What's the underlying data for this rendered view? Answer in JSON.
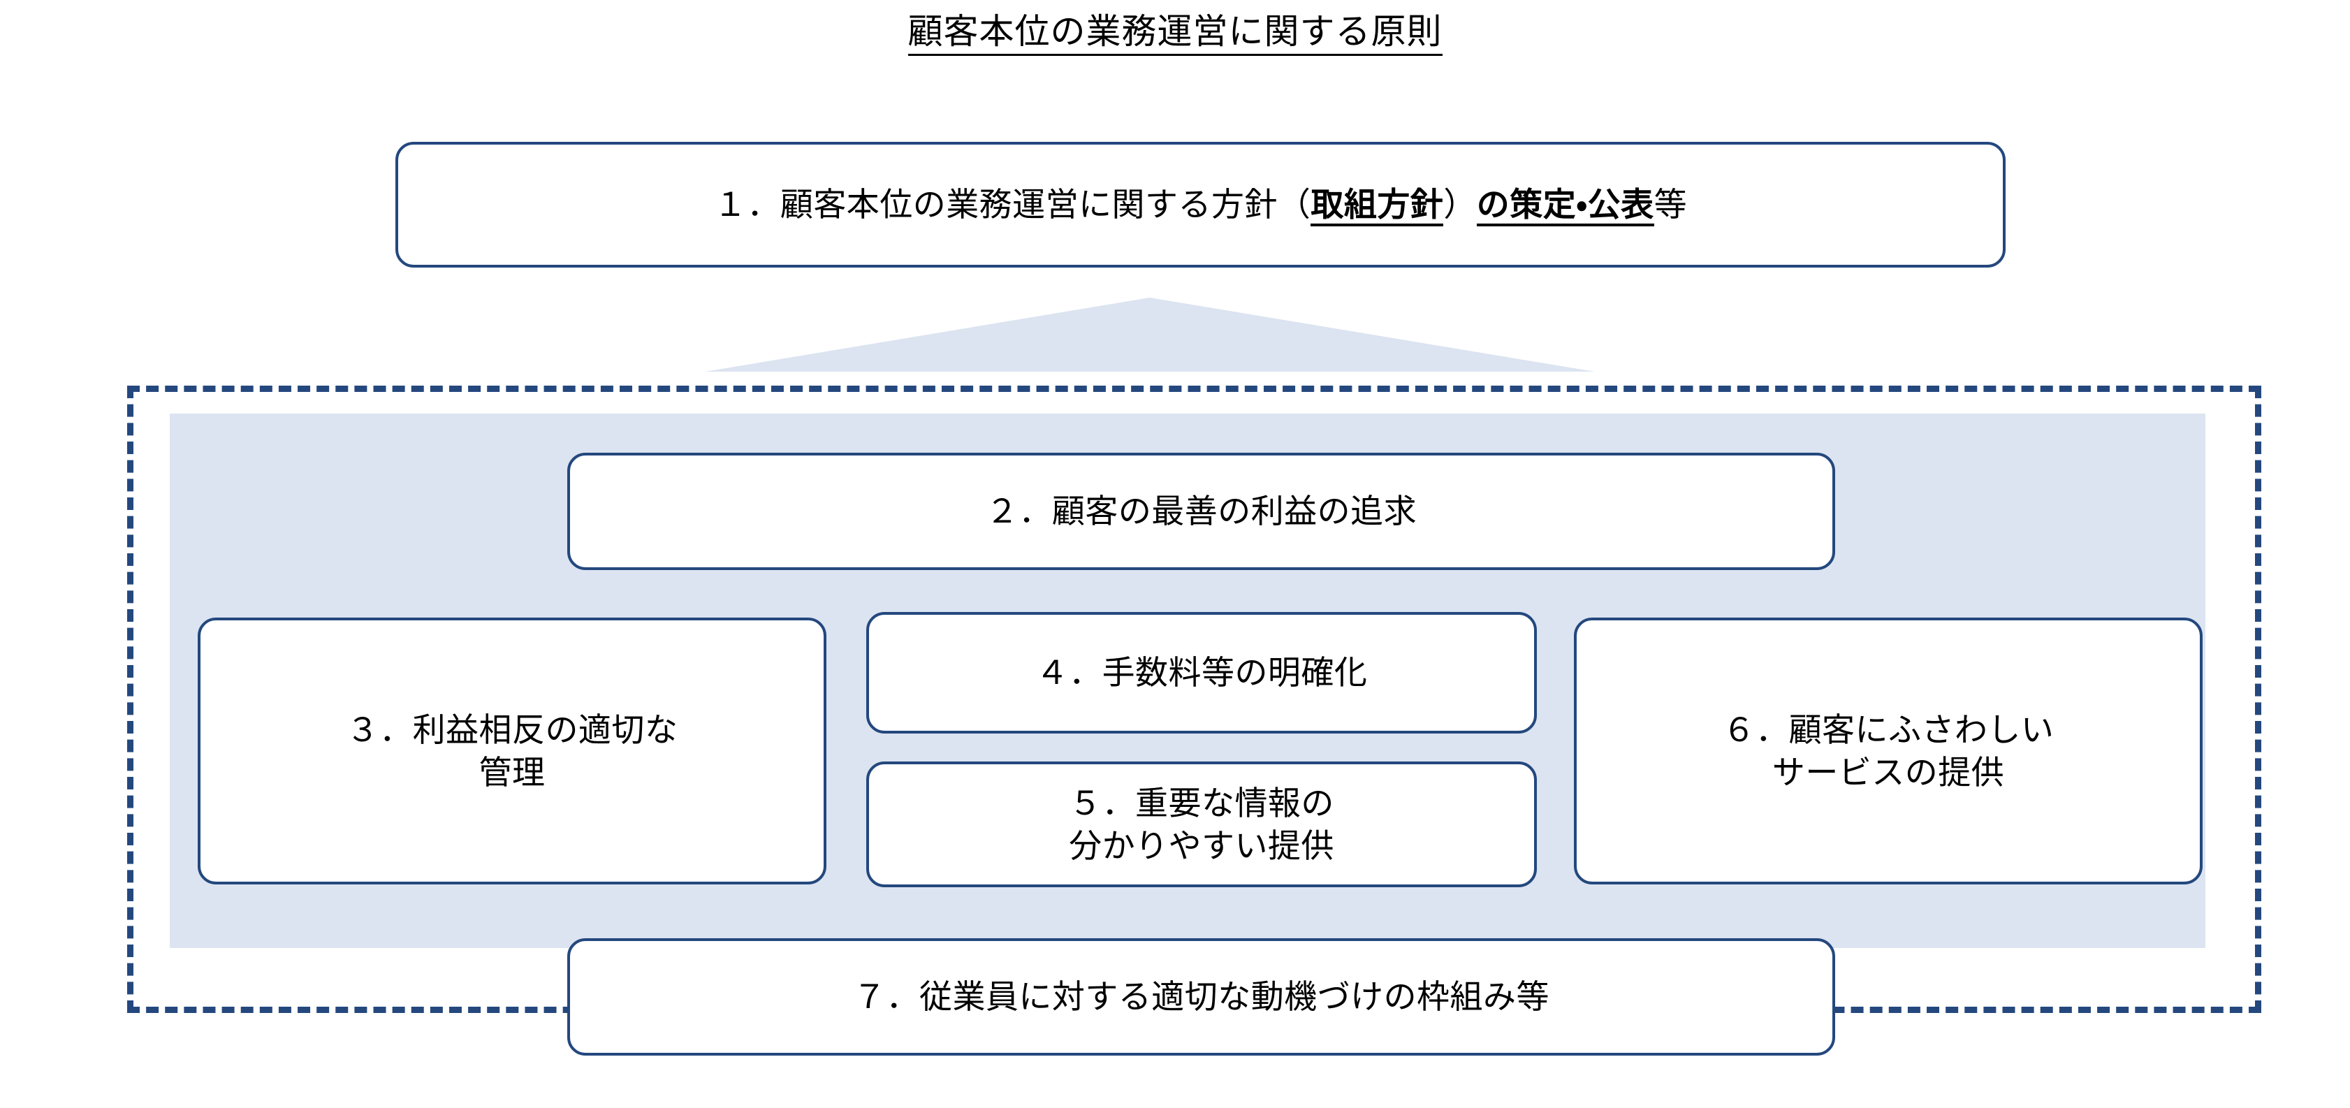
{
  "title": {
    "text": "顧客本位の業務運営に関する原則",
    "underlined": true
  },
  "colors": {
    "border_navy": "#24487E",
    "panel_fill": "#DCE4F1",
    "arrow_fill": "#DCE4F1",
    "text": "#000000",
    "page_background": "#FFFFFF"
  },
  "principles": {
    "box1": {
      "number": "１．",
      "segment_plain_1": "顧客本位の業務運営に関する方針",
      "segment_paren_open": "（",
      "segment_bold_underline_1": "取組方針",
      "segment_paren_close": "）",
      "segment_bold_underline_2": "の策定・公表",
      "segment_plain_2": "等",
      "full_text": "１．顧客本位の業務運営に関する方針（取組方針）の策定・公表等"
    },
    "box2": {
      "lines": [
        "２．顧客の最善の利益の追求"
      ],
      "full_text": "２．顧客の最善の利益の追求"
    },
    "box3": {
      "lines": [
        "３．利益相反の適切な",
        "管理"
      ],
      "full_text": "３．利益相反の適切な管理"
    },
    "box4": {
      "lines": [
        "４．手数料等の明確化"
      ],
      "full_text": "４．手数料等の明確化"
    },
    "box5": {
      "lines": [
        "５．重要な情報の",
        "分かりやすい提供"
      ],
      "full_text": "５．重要な情報の分かりやすい提供"
    },
    "box6": {
      "lines": [
        "６．顧客にふさわしい",
        "サービスの提供"
      ],
      "full_text": "６．顧客にふさわしいサービスの提供"
    },
    "box7": {
      "lines": [
        "７．従業員に対する適切な動機づけの枠組み等"
      ],
      "full_text": "７．従業員に対する適切な動機づけの枠組み等"
    }
  }
}
